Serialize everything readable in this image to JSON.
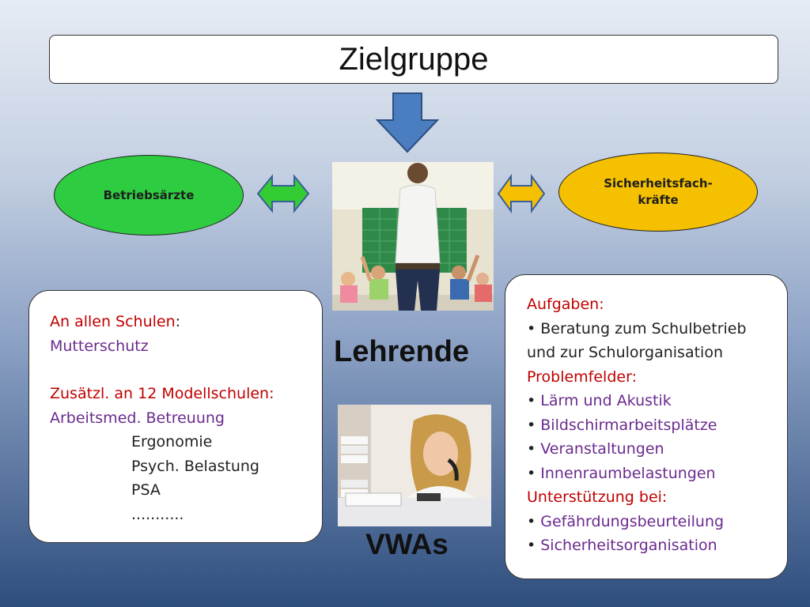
{
  "title": "Zielgruppe",
  "left_ellipse": {
    "label": "Betriebsärzte",
    "color": "#2ecc40"
  },
  "right_ellipse": {
    "line1": "Sicherheitsfach-",
    "line2": "kräfte",
    "color": "#f5c000"
  },
  "center": {
    "teacher_label": "Lehrende",
    "admin_label": "VWAs"
  },
  "left_box": {
    "heading1": "An allen Schulen",
    "colon": ":",
    "line2": "Mutterschutz",
    "heading2": "Zusätzl. an 12 Modellschulen:",
    "line4": "Arbeitsmed. Betreuung",
    "indented": [
      "Ergonomie",
      "Psych. Belastung",
      "PSA",
      "..........."
    ]
  },
  "right_box": {
    "aufgaben_heading": "Aufgaben:",
    "aufgaben_item_line1": "Beratung zum Schulbetrieb",
    "aufgaben_item_line2": "und zur Schulorganisation",
    "problem_heading": "Problemfelder:",
    "problem_items": [
      "Lärm und Akustik",
      "Bildschirmarbeitsplätze",
      "Veranstaltungen",
      "Innenraumbelastungen"
    ],
    "support_heading": "Unterstützung bei:",
    "support_items": [
      "Gefährdungsbeurteilung",
      "Sicherheitsorganisation"
    ]
  },
  "colors": {
    "red": "#c00000",
    "purple": "#6a2a8e",
    "arrow_blue": "#4a7ec0",
    "arrow_green": "#33cc33",
    "arrow_yellow": "#f5c000"
  }
}
